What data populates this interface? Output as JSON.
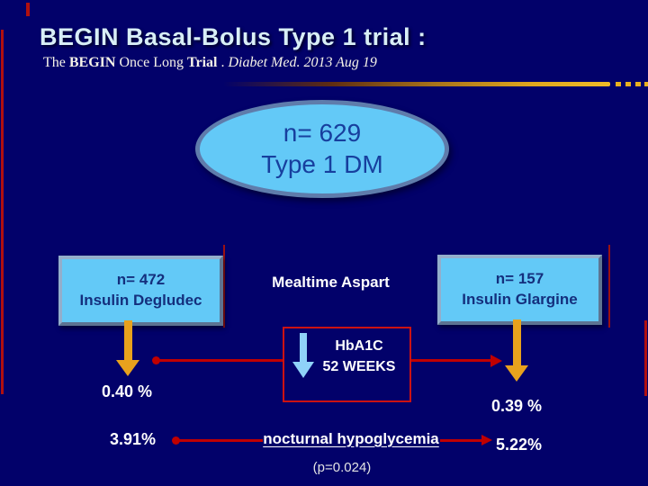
{
  "slide": {
    "title": "BEGIN Basal-Bolus Type 1 trial :",
    "subtitle": {
      "lead": "The ",
      "bold1": "BEGIN",
      "mid": " Once Long ",
      "bold2": "Trial",
      "sep": " . ",
      "citation": "Diabet Med. 2013 Aug 19"
    },
    "population_ellipse": {
      "n": "n= 629",
      "label": "Type 1 DM"
    },
    "degludec_box": {
      "n": "n= 472",
      "label": "Insulin Degludec"
    },
    "mealtime_label": "Mealtime Aspart",
    "glargine_box": {
      "n": "n= 157",
      "label": "Insulin Glargine"
    },
    "outcome_box": {
      "line1": "HbA1C",
      "line2": "52 WEEKS"
    },
    "results": {
      "hba1c_degludec": "0.40 %",
      "hba1c_glargine": "0.39 %",
      "hypo_degludec": "3.91%",
      "hypo_glargine": "5.22%",
      "hypo_label": "nocturnal hypoglycemia",
      "p_value": "(p=0.024)"
    },
    "colors": {
      "background": "#02016a",
      "title_text": "#d8eef6",
      "box_fill": "#63c9f7",
      "box_border": "#6f87ae",
      "box_text": "#142f7d",
      "accent_red": "#c00000",
      "arrow_orange": "#e8a21d",
      "divider_gold": "#e8b01f",
      "down_arrow_blue": "#8fd2f8",
      "white_text": "#ffffff"
    }
  }
}
